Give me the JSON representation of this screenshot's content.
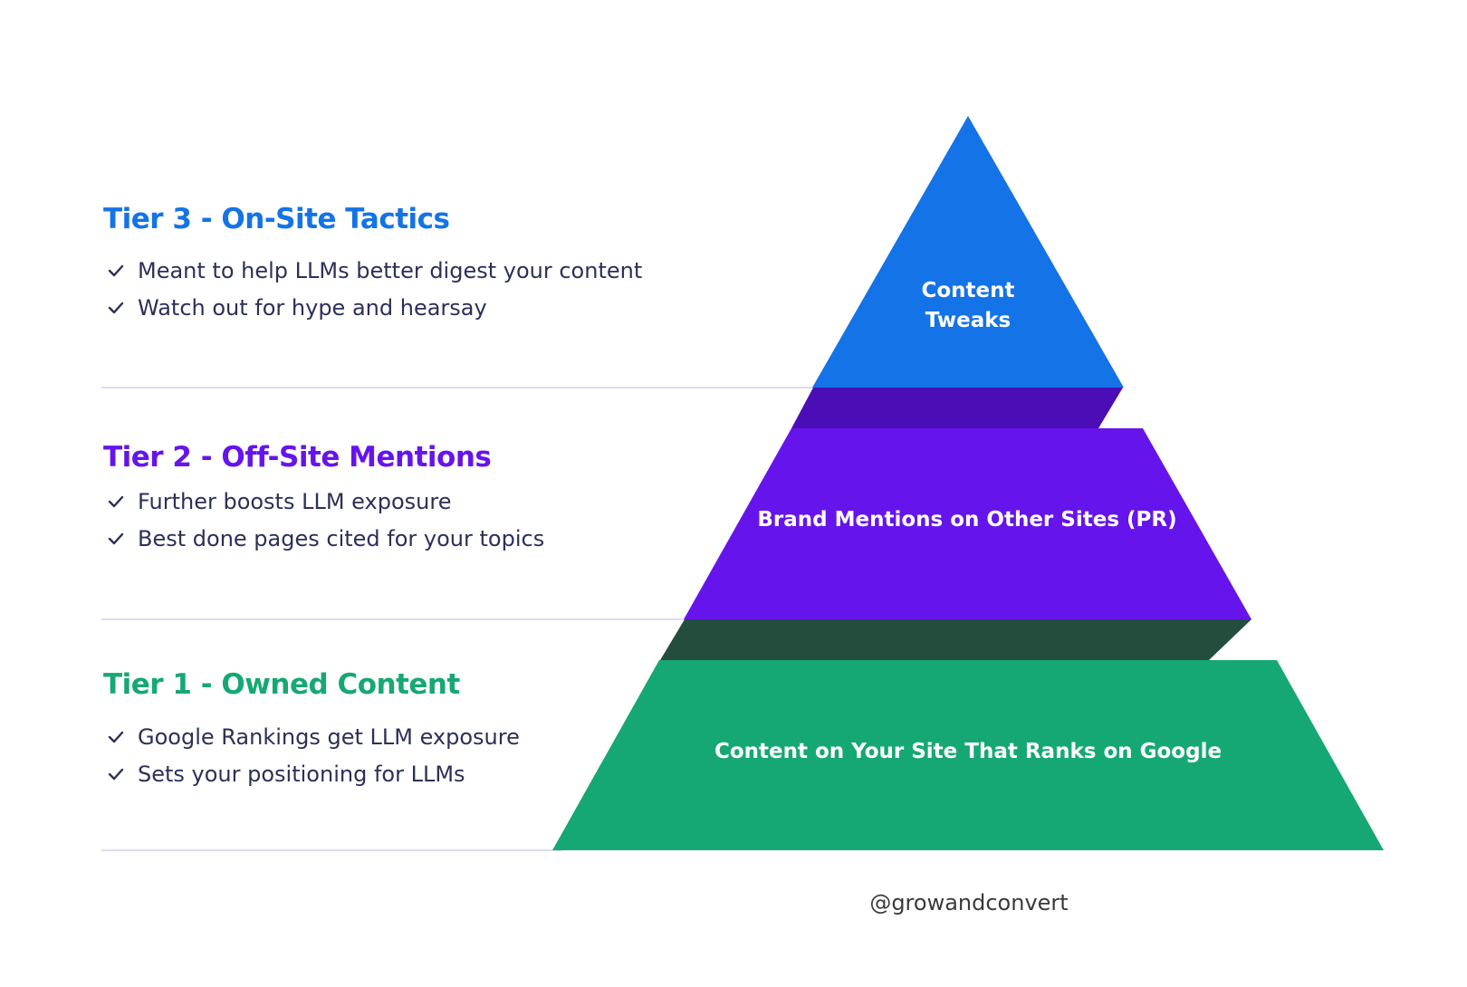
{
  "colors": {
    "tier3": "#1473e6",
    "tier2": "#6614ec",
    "tier1": "#16a874",
    "connector_upper": "#4b0db6",
    "connector_lower": "#244d3e",
    "divider": "#dcdcf2"
  },
  "tiers": [
    {
      "heading": "Tier 3 - On-Site Tactics",
      "color": "#1473e6",
      "bullets": [
        "Meant to help LLMs better digest your content",
        "Watch out for hype and hearsay"
      ],
      "layer_label_lines": [
        "Content",
        "Tweaks"
      ]
    },
    {
      "heading": "Tier 2 - Off-Site Mentions",
      "color": "#6614ec",
      "bullets": [
        "Further boosts LLM exposure",
        "Best done pages cited for your topics"
      ],
      "layer_label_lines": [
        "Brand Mentions on Other Sites (PR)"
      ]
    },
    {
      "heading": "Tier 1 - Owned Content",
      "color": "#16a874",
      "bullets": [
        "Google Rankings get LLM exposure",
        "Sets your positioning for LLMs"
      ],
      "layer_label_lines": [
        "Content on Your Site That Ranks on Google"
      ]
    }
  ],
  "check_icon": "checkmark-icon",
  "handle": "@growandconvert"
}
